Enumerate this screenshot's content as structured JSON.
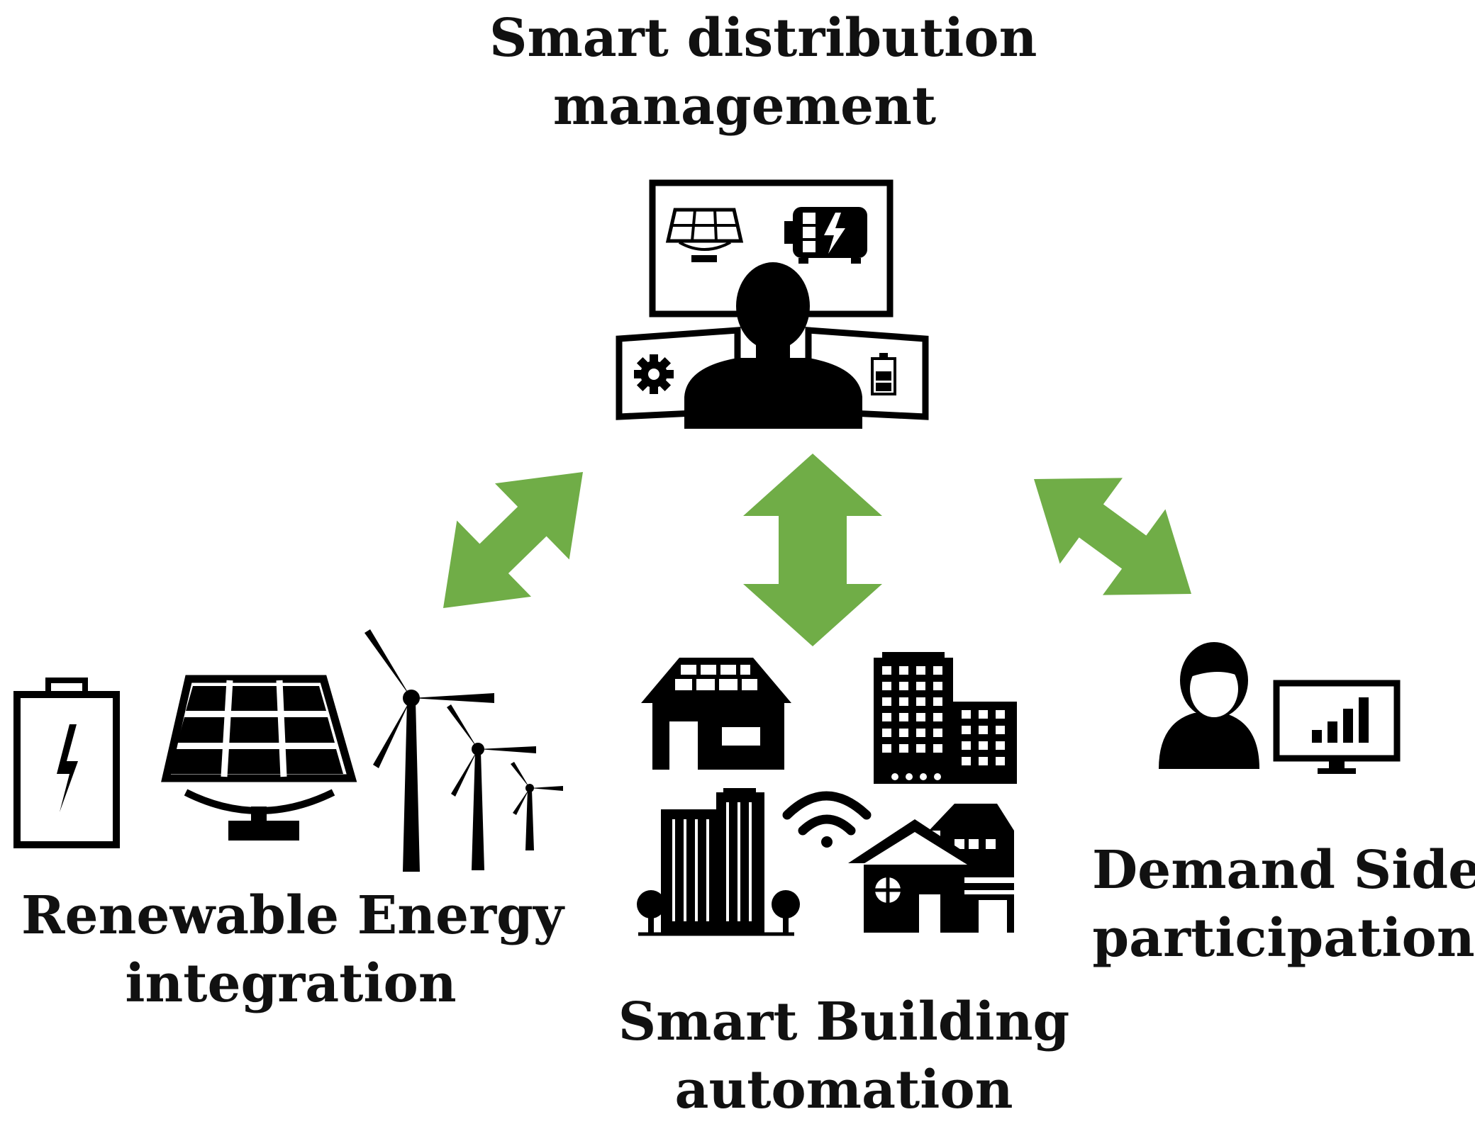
{
  "nodes": {
    "top": {
      "line1": "Smart distribution",
      "line2": "management",
      "icon": "operator-with-monitors-icon"
    },
    "left": {
      "line1": "Renewable Energy",
      "line2": "integration",
      "icon": "battery-solar-wind-icon"
    },
    "center": {
      "line1": "Smart Building",
      "line2": "automation",
      "icon": "buildings-wifi-icon"
    },
    "right": {
      "line1": "Demand Side",
      "line2": "participation",
      "icon": "user-analytics-monitor-icon"
    }
  },
  "colors": {
    "arrow": "#70ad47",
    "icon": "#000000",
    "text": "#111111",
    "background": "#ffffff"
  }
}
